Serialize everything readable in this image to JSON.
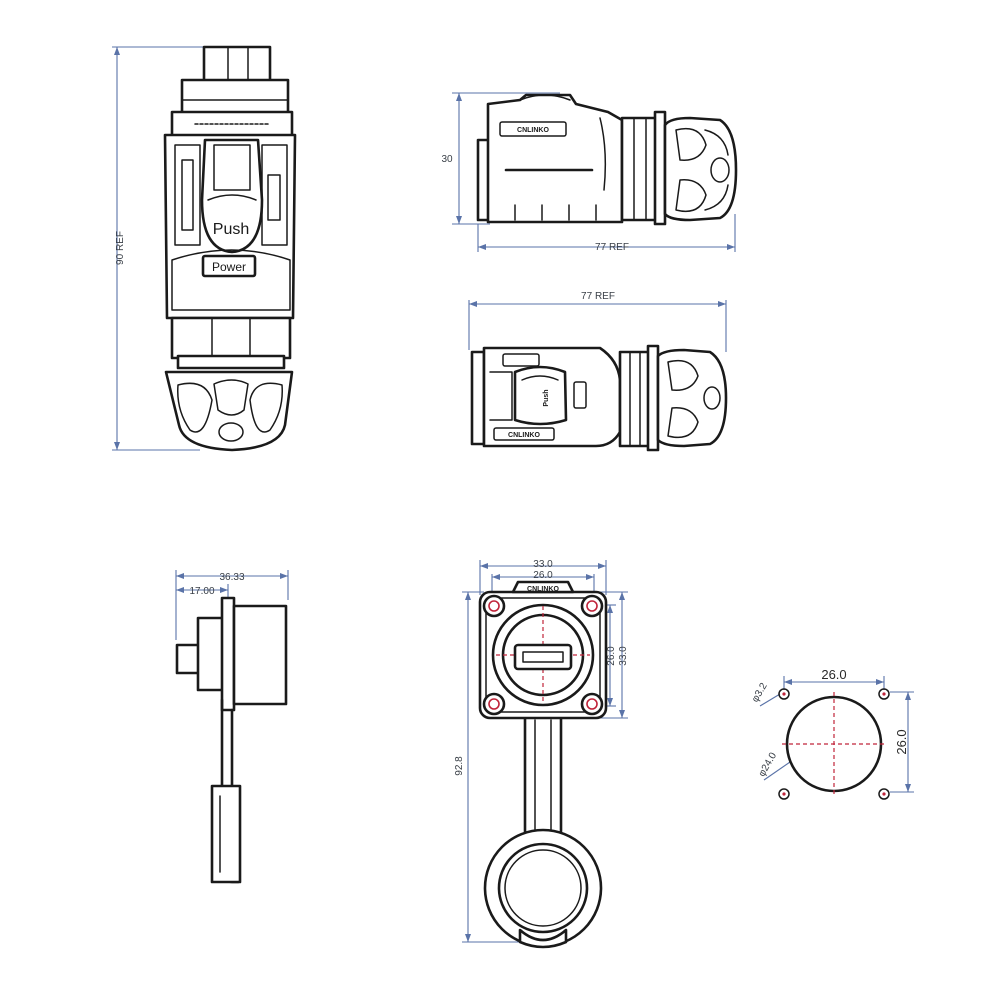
{
  "front_view": {
    "push_label": "Push",
    "power_label": "Power",
    "height_dim": "90 REF"
  },
  "top_side_view": {
    "height_dim": "30",
    "length_dim": "77 REF"
  },
  "bottom_side_view": {
    "length_dim": "77 REF"
  },
  "panel_side_view": {
    "dim_overall": "36.33",
    "dim_flange": "17.00"
  },
  "panel_front_view": {
    "dim_width_outer": "33.0",
    "dim_width_inner": "26.0",
    "dim_height_inner": "26.0",
    "dim_height_outer": "33.0",
    "dim_total_height": "92.8"
  },
  "hole_pattern": {
    "dim_horizontal": "26.0",
    "dim_vertical": "26.0",
    "dim_hole_dia": "φ3.2",
    "dim_center_dia": "φ24.0"
  },
  "colors": {
    "outline": "#1a1a1a",
    "dimension_line": "#5a73a8",
    "center_mark": "#c0243a"
  }
}
